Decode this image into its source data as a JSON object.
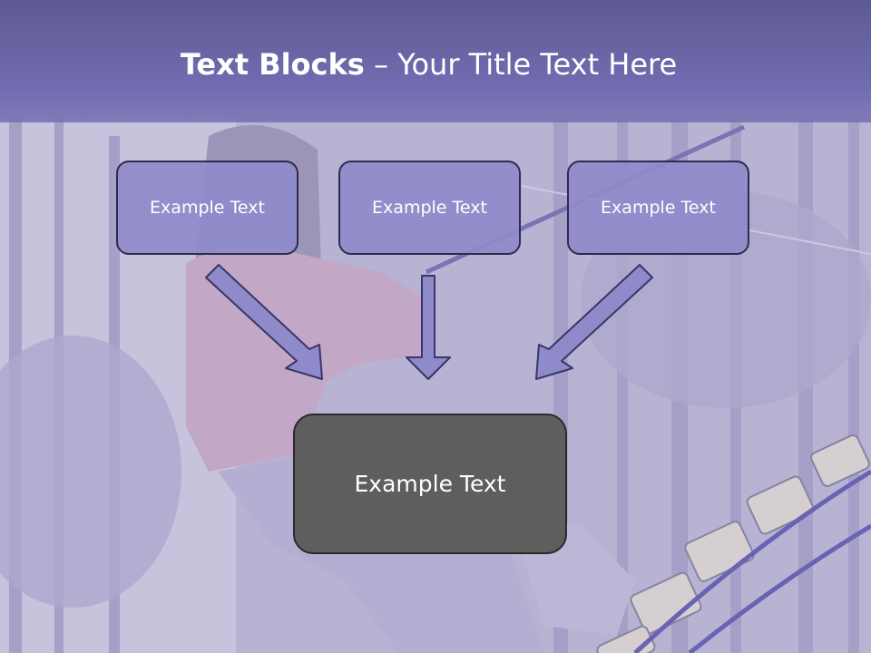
{
  "slide": {
    "title_bold": "Text Blocks",
    "title_dash": " – ",
    "title_rest": "Your Title Text Here"
  },
  "blocks": [
    {
      "label": "Example Text"
    },
    {
      "label": "Example Text"
    },
    {
      "label": "Example Text"
    }
  ],
  "result": {
    "label": "Example Text"
  },
  "colors": {
    "title_bar": "#716cb0",
    "block_fill": "#8f8aca",
    "block_border": "#2f2b4f",
    "arrow_fill": "#8f8aca",
    "result_fill": "#5e5e5e"
  }
}
